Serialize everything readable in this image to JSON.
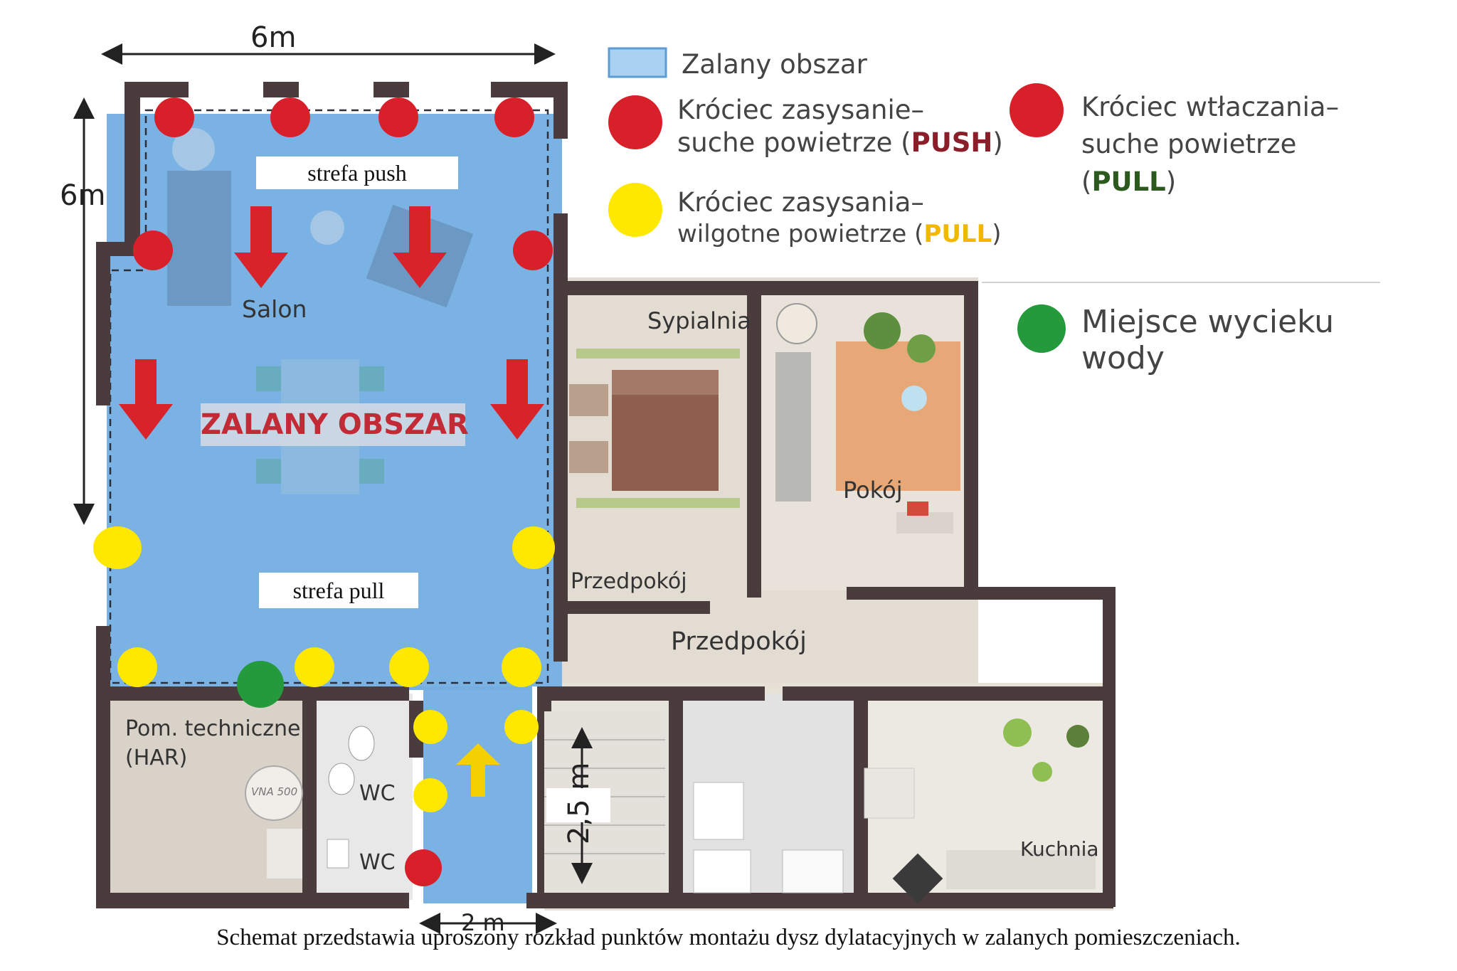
{
  "dimensions": {
    "top_width": "6m",
    "left_height": "6m",
    "corridor_width": "2 m",
    "stair_height": "2,5 m"
  },
  "legend": {
    "flooded_area": "Zalany obszar",
    "suction_dry_prefix": "Króciec zasysanie–",
    "suction_dry_line2": "suche powietrze (",
    "suction_dry_tag": "PUSH",
    "suction_dry_suffix": ")",
    "suction_wet_prefix": "Króciec zasysania–",
    "suction_wet_line2": "wilgotne powietrze (",
    "suction_wet_tag": "PULL",
    "suction_wet_suffix": ")",
    "push_in_line1": "Króciec wtłaczania–",
    "push_in_line2": "suche powietrze",
    "push_in_tag_open": "(",
    "push_in_tag": "PULL",
    "push_in_tag_close": ")",
    "leak_line1": "Miejsce wycieku",
    "leak_line2": "wody"
  },
  "colors": {
    "flood": "#74aee3",
    "push_dot": "#d8202a",
    "pull_dot": "#ffe800",
    "leak_dot": "#249a3c",
    "push_tag": "#8a1f2a",
    "pull_tag_yellow": "#f2b800",
    "pull_tag_green": "#2c5a1e",
    "arrow_red": "#d8232a",
    "arrow_yellow": "#f5d000"
  },
  "zones": {
    "push": "strefa push",
    "pull": "strefa pull",
    "flooded": "ZALANY OBSZAR"
  },
  "rooms": {
    "salon": "Salon",
    "sypialnia": "Sypialnia",
    "pokoj": "Pokój",
    "przedpokoj_small": "Przedpokój",
    "przedpokoj": "Przedpokój",
    "technical_line1": "Pom. techniczne",
    "technical_line2": "(HAR)",
    "wc1": "WC",
    "wc2": "WC",
    "kuchnia": "Kuchnia",
    "appliance": "VNA 500"
  },
  "caption": "Schemat przedstawia uproszony rozkład punktów montażu dysz dylatacyjnych w zalanych pomieszczeniach."
}
